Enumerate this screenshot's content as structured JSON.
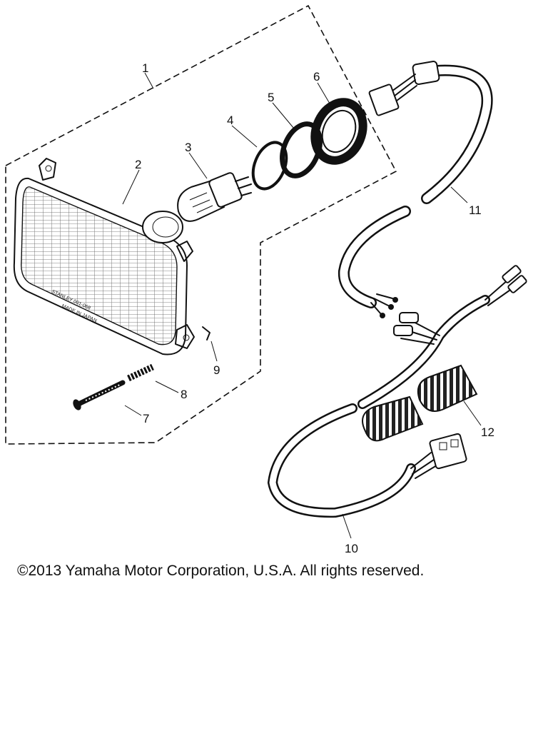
{
  "diagram": {
    "part_labels": {
      "p1": "1",
      "p2": "2",
      "p3": "3",
      "p4": "4",
      "p5": "5",
      "p6": "6",
      "p7": "7",
      "p8": "8",
      "p9": "9",
      "p10": "10",
      "p11": "11",
      "p12": "12"
    },
    "lens_marking": [
      "STANLEY 001-068",
      "MADE IN JAPAN"
    ]
  },
  "footer": {
    "copyright": "©2013 Yamaha Motor Corporation, U.S.A. All rights reserved."
  }
}
